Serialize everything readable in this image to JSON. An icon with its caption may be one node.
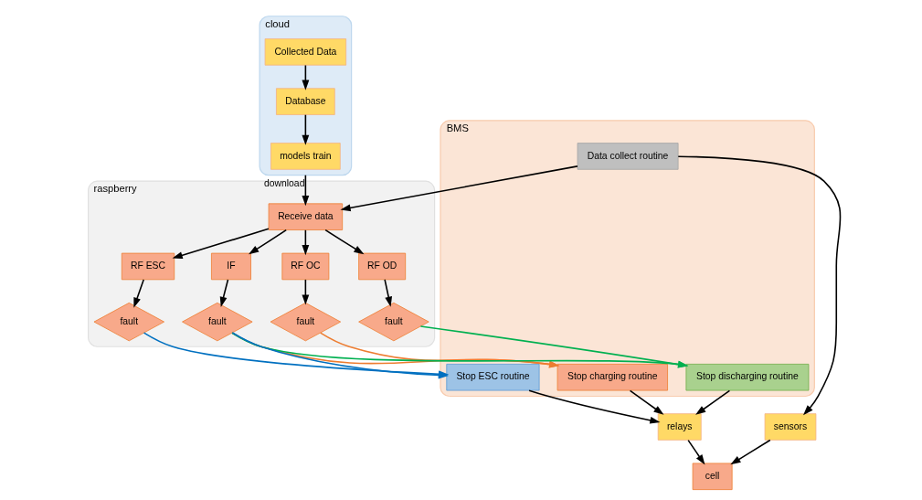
{
  "diagram": {
    "nodes": [
      {
        "text": [
          "cloud"
        ]
      },
      {
        "text": [
          "Collected Data"
        ],
        "in": 0
      },
      {
        "text": [
          "Database"
        ],
        "in": 0
      },
      {
        "text": [
          "models train"
        ],
        "in": 0
      },
      {
        "text": [
          "raspberry"
        ]
      },
      {
        "text": [
          "Receive data"
        ],
        "in": 4
      },
      {
        "text": [
          "RF OC"
        ],
        "in": 4
      },
      {
        "text": [
          "RF OD"
        ],
        "in": 4
      },
      {
        "text": [
          "RF ESC"
        ],
        "in": 4
      },
      {
        "text": [
          "IF"
        ],
        "in": 4
      },
      {
        "text": [
          "fault"
        ],
        "in": 4
      },
      {
        "text": [
          "fault"
        ],
        "in": 4
      },
      {
        "text": [
          "fault"
        ],
        "in": 4
      },
      {
        "text": [
          "fault"
        ],
        "in": 4
      },
      {
        "text": [
          "BMS"
        ]
      },
      {
        "text": [
          "Data collect routine"
        ],
        "in": 14
      },
      {
        "text": [
          "Stop charging routine"
        ],
        "in": 14
      },
      {
        "text": [
          "Stop discharging routine"
        ],
        "in": 14
      },
      {
        "text": [
          "Stop ESC routine"
        ],
        "in": 14
      },
      {
        "text": [
          "sensors"
        ]
      },
      {
        "text": [
          "relays"
        ]
      },
      {
        "text": [
          "cell"
        ]
      }
    ],
    "edges": [
      {
        "from": 1,
        "to": 2,
        "arrow": "to"
      },
      {
        "from": 2,
        "to": 3,
        "arrow": "to"
      },
      {
        "from": 0,
        "to": 5,
        "arrow": "to",
        "label": "download"
      },
      {
        "from": 15,
        "to": 5,
        "arrow": "to"
      },
      {
        "from": 15,
        "to": 19,
        "arrow": "to"
      },
      {
        "from": 5,
        "to": 6,
        "arrow": "to"
      },
      {
        "from": 5,
        "to": 7,
        "arrow": "to"
      },
      {
        "from": 5,
        "to": 8,
        "arrow": "to"
      },
      {
        "from": 5,
        "to": 9,
        "arrow": "to"
      },
      {
        "from": 6,
        "to": 10,
        "arrow": "to"
      },
      {
        "from": 7,
        "to": 11,
        "arrow": "to"
      },
      {
        "from": 8,
        "to": 12,
        "arrow": "to"
      },
      {
        "from": 9,
        "to": 13,
        "arrow": "to"
      },
      {
        "from": 10,
        "to": 16,
        "arrow": "to",
        "color": "#ed7d31"
      },
      {
        "from": 11,
        "to": 17,
        "arrow": "to",
        "color": "#00b050"
      },
      {
        "from": 12,
        "to": 18,
        "arrow": "to",
        "color": "#0070c0"
      },
      {
        "from": 13,
        "to": 16,
        "arrow": "to",
        "color": "#ed7d31"
      },
      {
        "from": 13,
        "to": 17,
        "arrow": "to",
        "color": "#00b050"
      },
      {
        "from": 13,
        "to": 18,
        "arrow": "to",
        "color": "#0070c0"
      },
      {
        "from": 19,
        "to": 21,
        "arrow": "to"
      },
      {
        "from": 20,
        "to": 21,
        "arrow": "to"
      },
      {
        "from": 16,
        "to": 20,
        "arrow": "to"
      },
      {
        "from": 17,
        "to": 20,
        "arrow": "to"
      },
      {
        "from": 18,
        "to": 20,
        "arrow": "to"
      }
    ]
  }
}
